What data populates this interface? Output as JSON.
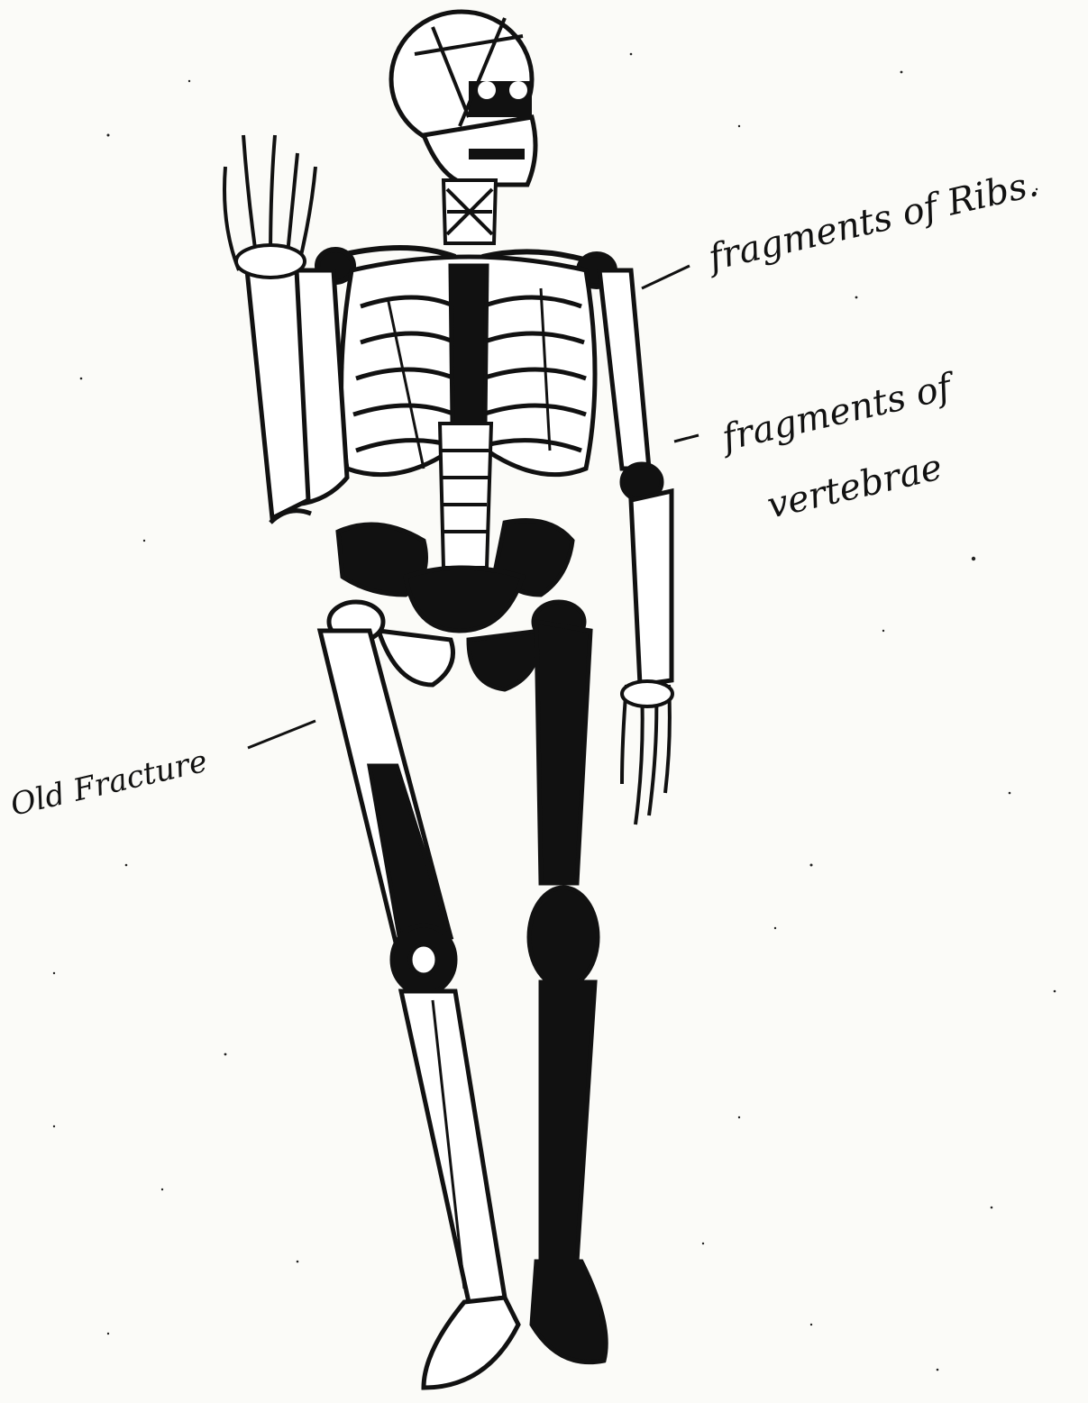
{
  "labels": {
    "ribs": "fragments of Ribs.",
    "vertebrae_line1": "fragments of",
    "vertebrae_line2": "vertebrae",
    "fracture": "Old Fracture"
  },
  "colors": {
    "ink": "#111111",
    "paper": "#fbfbf8",
    "bone": "#ffffff"
  }
}
